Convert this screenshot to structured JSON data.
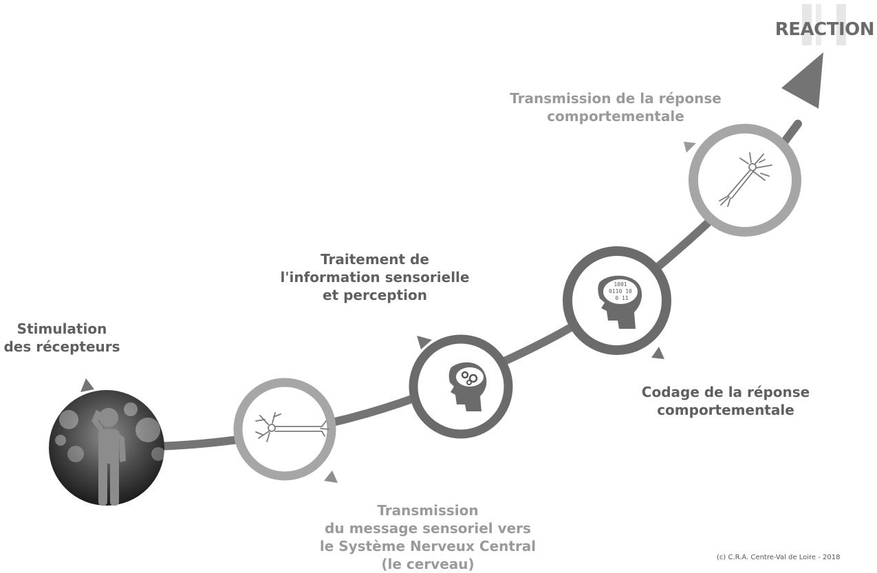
{
  "labels": {
    "stimulation": [
      "Stimulation",
      "des récepteurs"
    ],
    "transmission_message": [
      "Transmission",
      "du message sensoriel vers",
      "le Système Nerveux Central",
      "(le cerveau)"
    ],
    "traitement": [
      "Traitement de",
      "l'information sensorielle",
      "et perception"
    ],
    "codage": [
      "Codage de la réponse",
      "comportementale"
    ],
    "transmission_reponse": [
      "Transmission de la réponse",
      "comportementale"
    ],
    "reaction": "REACTION"
  },
  "credit": "(c) C.R.A. Centre-Val de Loire - 2018",
  "icons": {
    "step1": "person-scratching-head-icon",
    "step2": "neuron-icon",
    "step3": "brain-gears-icon",
    "step4": "brain-binary-icon",
    "step5": "neuron-icon"
  },
  "binary_code": [
    "1001",
    "0110 10",
    "0 11"
  ],
  "colors": {
    "dark": "#5f5f5f",
    "light": "#9a9a9a",
    "path": "#747474",
    "ring_light": "#a6a6a6",
    "ring_dark": "#6b6b6b"
  }
}
